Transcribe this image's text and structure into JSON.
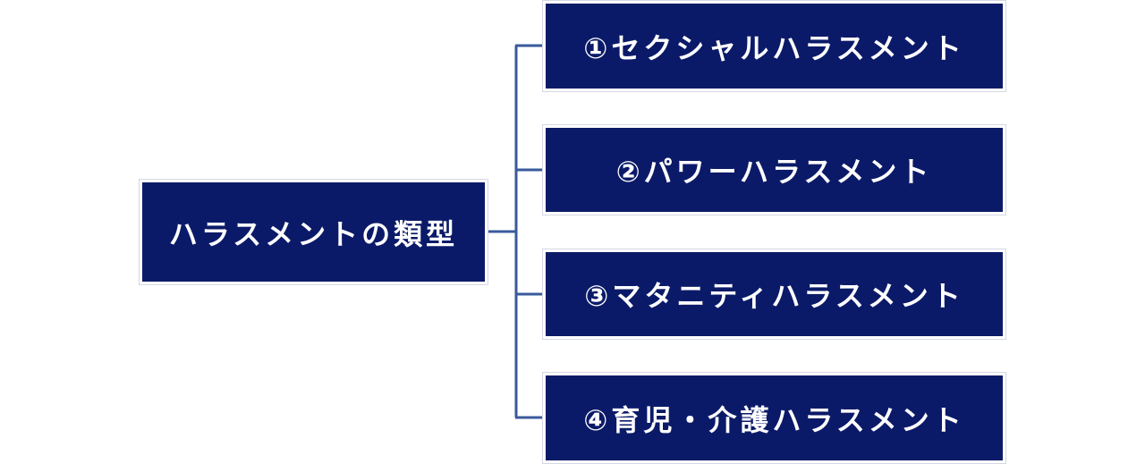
{
  "root": {
    "label": "ハラスメントの類型"
  },
  "types": [
    {
      "label": "①セクシャルハラスメント"
    },
    {
      "label": "②パワーハラスメント"
    },
    {
      "label": "③マタニティハラスメント"
    },
    {
      "label": "④育児・介護ハラスメント"
    }
  ],
  "colors": {
    "box_fill": "#0b1a68",
    "box_text": "#ffffff",
    "connector": "#3a5a9c"
  }
}
